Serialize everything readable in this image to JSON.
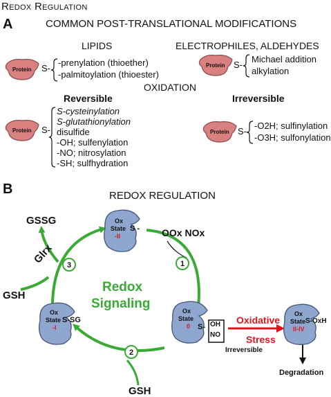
{
  "figure_title": "Redox Regulation",
  "panel_a": {
    "label": "A",
    "title": "COMMON POST-TRANSLATIONAL MODIFICATIONS",
    "lipids": {
      "heading": "LIPIDS",
      "protein_label": "Protein",
      "linker": "S-",
      "items": [
        "-prenylation (thioether)",
        "-palmitoylation (thioester)"
      ]
    },
    "electrophiles": {
      "heading": "ELECTROPHILES, ALDEHYDES",
      "protein_label": "Protein",
      "linker": "S-",
      "items": [
        "Michael addition",
        "alkylation"
      ]
    },
    "oxidation": {
      "heading": "OXIDATION",
      "reversible": {
        "heading": "Reversible",
        "protein_label": "Protein",
        "linker": "S-",
        "items": [
          "S-cysteinylation",
          "S-glutathionylation",
          "disulfide",
          "-OH; sulfenylation",
          "-NO; nitrosylation",
          "-SH; sulfhydration"
        ]
      },
      "irreversible": {
        "heading": "Irreversible",
        "protein_label": "Protein",
        "linker": "S-",
        "items": [
          "-O2H; sulfinylation",
          "-O3H; sulfonylation"
        ]
      }
    }
  },
  "panel_b": {
    "label": "B",
    "title": "REDOX REGULATION",
    "center_line1": "Redox",
    "center_line2": "Signaling",
    "gssg": "GSSG",
    "gsh_left": "GSH",
    "gsh_bottom": "GSH",
    "glrx": "Glrx",
    "oxidants": "OOx NOx",
    "steps": [
      "1",
      "2",
      "3"
    ],
    "states": {
      "top": {
        "line1": "Ox",
        "line2": "State",
        "value": "-II",
        "group": "S -"
      },
      "left": {
        "line1": "Ox",
        "line2": "State",
        "value": "-I",
        "group": "S-SG"
      },
      "right": {
        "line1": "Ox",
        "line2": "State",
        "value": "0",
        "group": "S-"
      },
      "far_right": {
        "line1": "Ox",
        "line2": "State",
        "value": "II-IV",
        "group": "S-OxH"
      }
    },
    "box_items": [
      "OH",
      "NO"
    ],
    "oxidative_stress_1": "Oxidative",
    "oxidative_stress_2": "Stress",
    "irreversible": "Irreversible",
    "degradation": "Degradation"
  },
  "colors": {
    "green": "#3aaa35",
    "red": "#e0141c",
    "protein_pink": "#d98080",
    "state_blue": "#8fa6cf"
  }
}
